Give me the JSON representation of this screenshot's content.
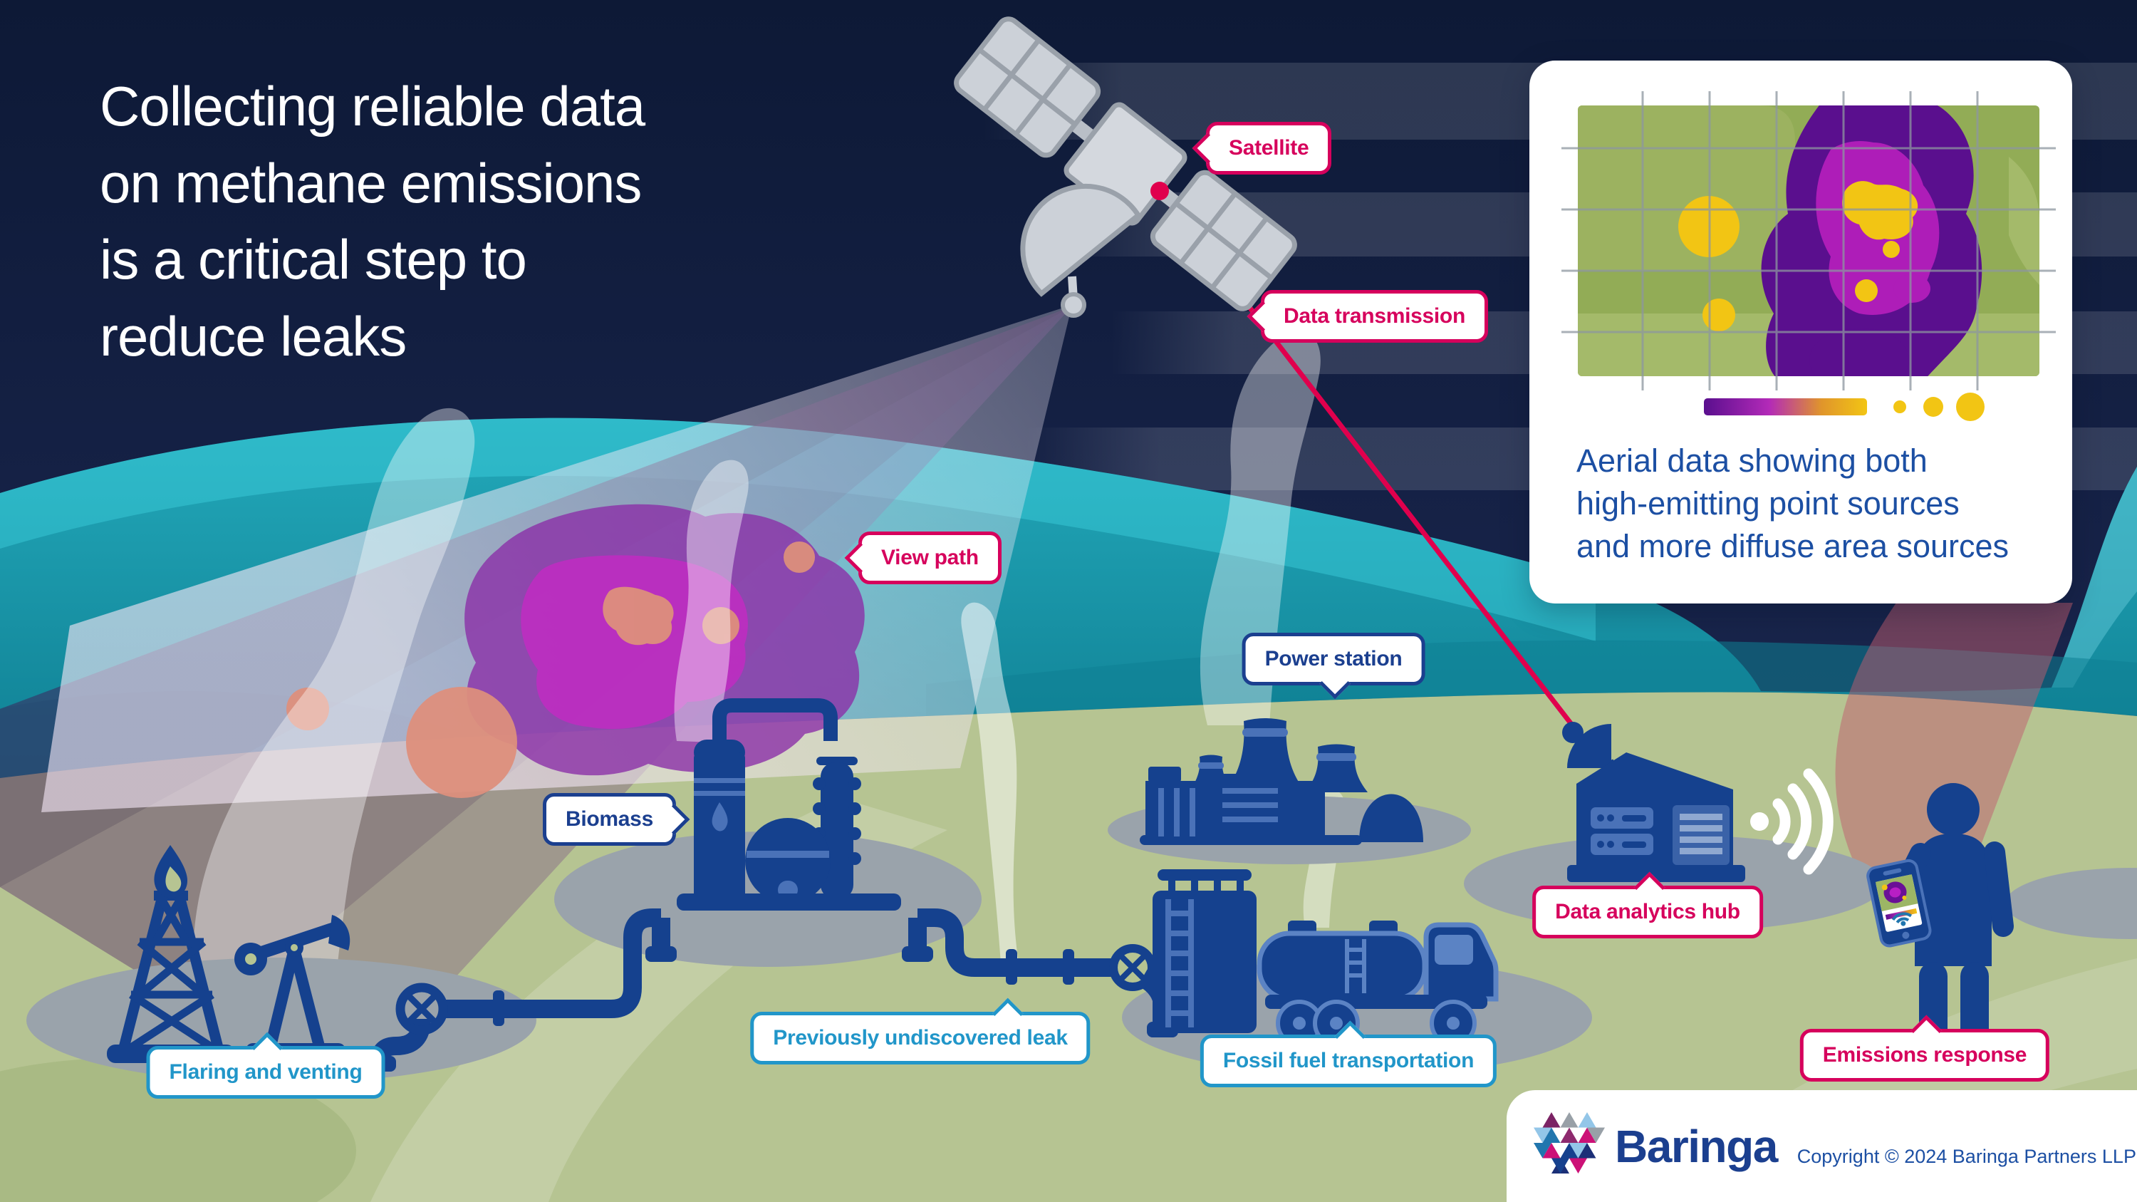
{
  "title": {
    "text": "Collecting reliable data\non methane emissions\nis a critical step to\nreduce leaks"
  },
  "callouts": {
    "satellite": "Satellite",
    "data_transmission": "Data transmission",
    "view_path": "View path",
    "power_station": "Power station",
    "biomass": "Biomass",
    "flaring_venting": "Flaring and venting",
    "undiscovered_leak": "Previously undiscovered leak",
    "fossil_fuel_transportation": "Fossil fuel transportation",
    "data_analytics_hub": "Data analytics hub",
    "emissions_response": "Emissions response"
  },
  "aerial_card": {
    "caption": "Aerial data showing both\nhigh-emitting point sources\nand more diffuse area sources"
  },
  "footer": {
    "brand": "Baringa",
    "copyright": "Copyright © 2024 Baringa Partners LLP"
  },
  "icons": [
    "satellite-icon",
    "satellite-dish-icon",
    "oil-derrick-icon",
    "flare-flame-icon",
    "pumpjack-icon",
    "pipeline-valve-icon",
    "pipeline-icon",
    "biomass-plant-icon",
    "power-station-icon",
    "storage-tank-icon",
    "tanker-truck-icon",
    "data-hub-icon",
    "wifi-signal-icon",
    "person-icon",
    "smartphone-icon",
    "heatmap-icon",
    "legend-gradient-icon",
    "baringa-logo-icon"
  ],
  "colors": {
    "accent_pink": "#d6005c",
    "transmission_line": "#e0004d",
    "label_blue": "#1b3f8f",
    "label_cyan": "#2196c9",
    "facility_blue": "#15418e",
    "facility_light_blue": "#4a72b8",
    "caption_blue": "#1c4fa3",
    "sky_navy": "#13204a",
    "earth_teal": "#1b9fb0",
    "ground_green": "#b6c492",
    "shadow_gray": "#9aa3ab",
    "heat_purple": "#5a0f8e",
    "heat_magenta": "#b32ab8",
    "heat_yellow": "#f2c514"
  }
}
